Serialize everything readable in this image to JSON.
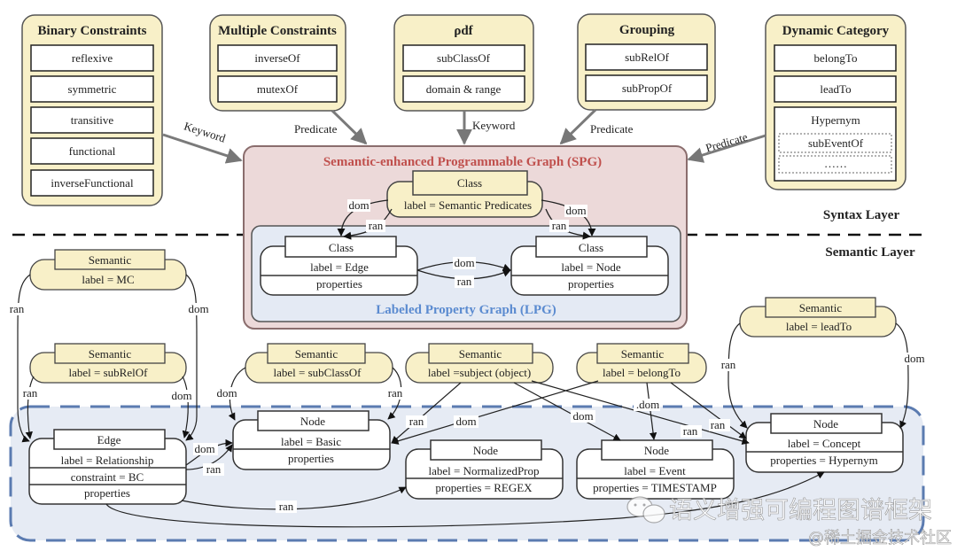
{
  "colors": {
    "cream": "#f8f0c8",
    "spg_fill": "#ecd9d9",
    "spg_stroke": "#8a6d6d",
    "spg_title": "#c0504d",
    "lpg_fill": "#e4eaf4",
    "lpg_title": "#5b8bd0",
    "semantic_region": "#e6ebf4",
    "semantic_dash": "#5b7bb0"
  },
  "layers": {
    "syntax": "Syntax Layer",
    "semantic": "Semantic Layer"
  },
  "syntax_groups": [
    {
      "title": "Binary Constraints",
      "items": [
        "reflexive",
        "symmetric",
        "transitive",
        "functional",
        "inverseFunctional"
      ],
      "arrow_label": "Keyword"
    },
    {
      "title": "Multiple Constraints",
      "items": [
        "inverseOf",
        "mutexOf"
      ],
      "arrow_label": "Predicate"
    },
    {
      "title": "ρdf",
      "items": [
        "subClassOf",
        "domain & range"
      ],
      "arrow_label": "Keyword"
    },
    {
      "title": "Grouping",
      "items": [
        "subRelOf",
        "subPropOf"
      ],
      "arrow_label": "Predicate"
    },
    {
      "title": "Dynamic Category",
      "items": [
        "belongTo",
        "leadTo"
      ],
      "hypernym": {
        "title": "Hypernym",
        "items": [
          "subEventOf",
          "……"
        ]
      },
      "arrow_label": "Predicate"
    }
  ],
  "spg": {
    "title": "Semantic-enhanced Programmable Graph (SPG)",
    "class_node": {
      "header": "Class",
      "label": "label = Semantic Predicates"
    },
    "lpg": {
      "title": "Labeled Property Graph (LPG)",
      "edge_class": {
        "header": "Class",
        "label": "label = Edge",
        "props": "properties"
      },
      "node_class": {
        "header": "Class",
        "label": "label = Node",
        "props": "properties"
      }
    }
  },
  "semantic_nodes": {
    "mc": {
      "header": "Semantic",
      "label": "label = MC"
    },
    "subrelof": {
      "header": "Semantic",
      "label": "label = subRelOf"
    },
    "subclassof": {
      "header": "Semantic",
      "label": "label = subClassOf"
    },
    "subject": {
      "header": "Semantic",
      "label": "label =subject (object)"
    },
    "belongto": {
      "header": "Semantic",
      "label": "label = belongTo"
    },
    "leadto": {
      "header": "Semantic",
      "label": "label = leadTo"
    }
  },
  "instance_nodes": {
    "edge": {
      "header": "Edge",
      "rows": [
        "label = Relationship",
        "constraint = BC",
        "properties"
      ]
    },
    "basic": {
      "header": "Node",
      "rows": [
        "label = Basic",
        "properties"
      ]
    },
    "normprop": {
      "header": "Node",
      "rows": [
        "label = NormalizedProp",
        "properties = REGEX"
      ]
    },
    "event": {
      "header": "Node",
      "rows": [
        "label = Event",
        "properties = TIMESTAMP"
      ]
    },
    "concept": {
      "header": "Node",
      "rows": [
        "label = Concept",
        "properties = Hypernym"
      ]
    }
  },
  "edge_labels": {
    "dom": "dom",
    "ran": "ran",
    "dot_dom": ".dom"
  },
  "watermark": {
    "main": "语义增强可编程图谱框架",
    "sub": "@稀土掘金技术社区"
  }
}
